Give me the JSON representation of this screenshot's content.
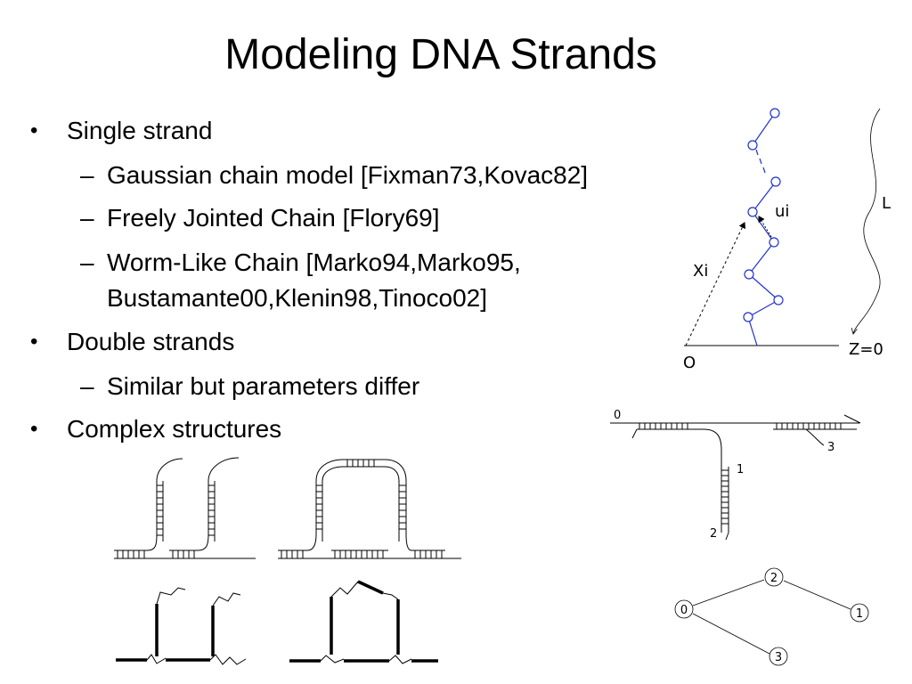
{
  "slide": {
    "title": "Modeling DNA Strands"
  },
  "bullets": [
    {
      "level": 1,
      "text": "Single strand"
    },
    {
      "level": 2,
      "text": "Gaussian chain model [Fixman73,Kovac82]"
    },
    {
      "level": 2,
      "text": "Freely Jointed Chain [Flory69]"
    },
    {
      "level": 2,
      "text": "Worm-Like Chain [Marko94,Marko95,"
    },
    {
      "level": 3,
      "text": "Bustamante00,Klenin98,Tinoco02]"
    },
    {
      "level": 1,
      "text": "Double strands"
    },
    {
      "level": 2,
      "text": "Similar but parameters differ"
    },
    {
      "level": 1,
      "text": "Complex structures"
    }
  ],
  "chain_diagram": {
    "labels": {
      "ui": "ui",
      "xi": "Xi",
      "length": "L",
      "origin": "O",
      "plane": "Z=0"
    },
    "colors": {
      "chain": "#2233cc"
    }
  },
  "junction_diagram": {
    "labels": [
      "0",
      "1",
      "2",
      "3"
    ]
  },
  "graph_diagram": {
    "nodes": [
      "0",
      "1",
      "2",
      "3"
    ]
  }
}
